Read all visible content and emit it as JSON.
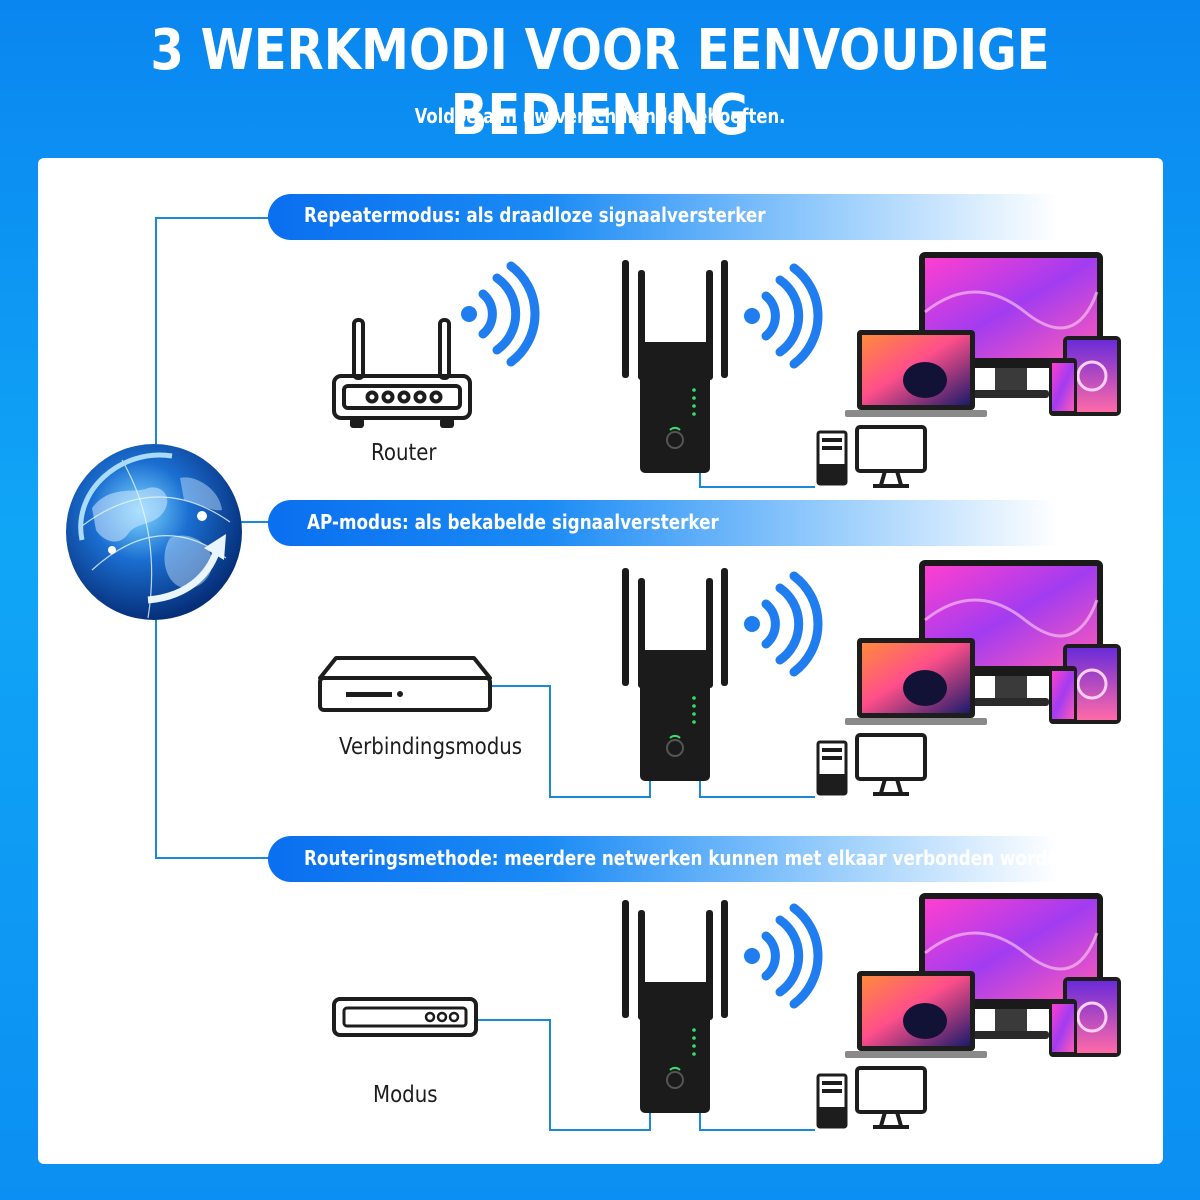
{
  "header": {
    "title": "3 WERKMODI VOOR EENVOUDIGE BEDIENING",
    "subtitle": "Voldoe aan uw verschillende behoeften."
  },
  "modes": [
    {
      "banner": "Repeatermodus: als draadloze signaalversterker",
      "source_label": "Router",
      "source_icon": "router-icon"
    },
    {
      "banner": "AP-modus: als bekabelde signaalversterker",
      "source_label": "Verbindingsmodus",
      "source_icon": "switch-icon"
    },
    {
      "banner": "Routeringsmethode: meerdere netwerken kunnen met elkaar verbonden worden.",
      "source_label": "Modus",
      "source_icon": "modem-icon"
    }
  ],
  "colors": {
    "background": "#0f9cf4",
    "banner": "#0a6ff0",
    "wire": "#1a8ad6",
    "wifi": "#1f7df0",
    "extender": "#1b1b1b"
  },
  "icons": [
    "globe-icon",
    "router-icon",
    "switch-icon",
    "modem-icon",
    "wifi-signal-icon",
    "wifi-extender-icon",
    "monitor-icon",
    "laptop-icon",
    "tablet-icon",
    "phone-icon",
    "desktop-tower-icon",
    "desktop-monitor-icon"
  ]
}
